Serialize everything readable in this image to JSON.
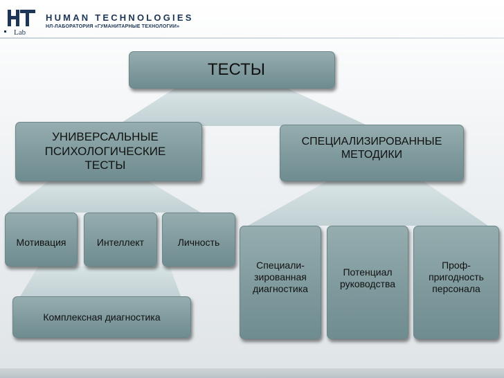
{
  "header": {
    "logo_text": "HT Lab",
    "brand_title": "HUMAN TECHNOLOGIES",
    "brand_subtitle": "НЛ-ЛАБОРАТОРИЯ «ГУМАНИТАРНЫЕ ТЕХНОЛОГИИ»"
  },
  "diagram": {
    "root": "ТЕСТЫ",
    "branches": {
      "universal": "УНИВЕРСАЛЬНЫЕ\nПСИХОЛОГИЧЕСКИЕ\nТЕСТЫ",
      "specialized": "СПЕЦИАЛИЗИРОВАННЫЕ\nМЕТОДИКИ"
    },
    "universal_items": {
      "motivation": "Мотивация",
      "intellect": "Интеллект",
      "personality": "Личность",
      "complex": "Комплексная диагностика"
    },
    "specialized_items": {
      "diagnostics": "Специали-\nзированная\nдиагностика",
      "potential": "Потенциал\nруководства",
      "fitness": "Проф-\nпригодность\nперсонала"
    }
  },
  "colors": {
    "box_fill": "#859fa2",
    "connector_fill": "#c7d6d9",
    "brand_text": "#1d3556"
  }
}
